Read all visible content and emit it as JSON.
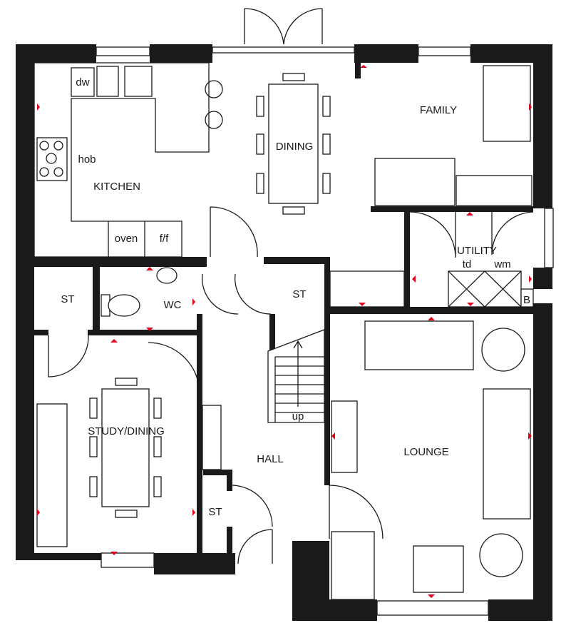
{
  "rooms": {
    "kitchen": "KITCHEN",
    "dining": "DINING",
    "family": "FAMILY",
    "utility": "UTILITY",
    "wc": "WC",
    "st_left": "ST",
    "st_stair": "ST",
    "st_hall": "ST",
    "study": "STUDY/DINING",
    "hall": "HALL",
    "lounge": "LOUNGE"
  },
  "fixtures": {
    "dw": "dw",
    "hob": "hob",
    "oven": "oven",
    "ff": "f/f",
    "td": "td",
    "wm": "wm",
    "boiler": "B",
    "stairs_up": "up"
  },
  "colors": {
    "wall": "#1a1a1a",
    "marker": "#e3001b"
  }
}
